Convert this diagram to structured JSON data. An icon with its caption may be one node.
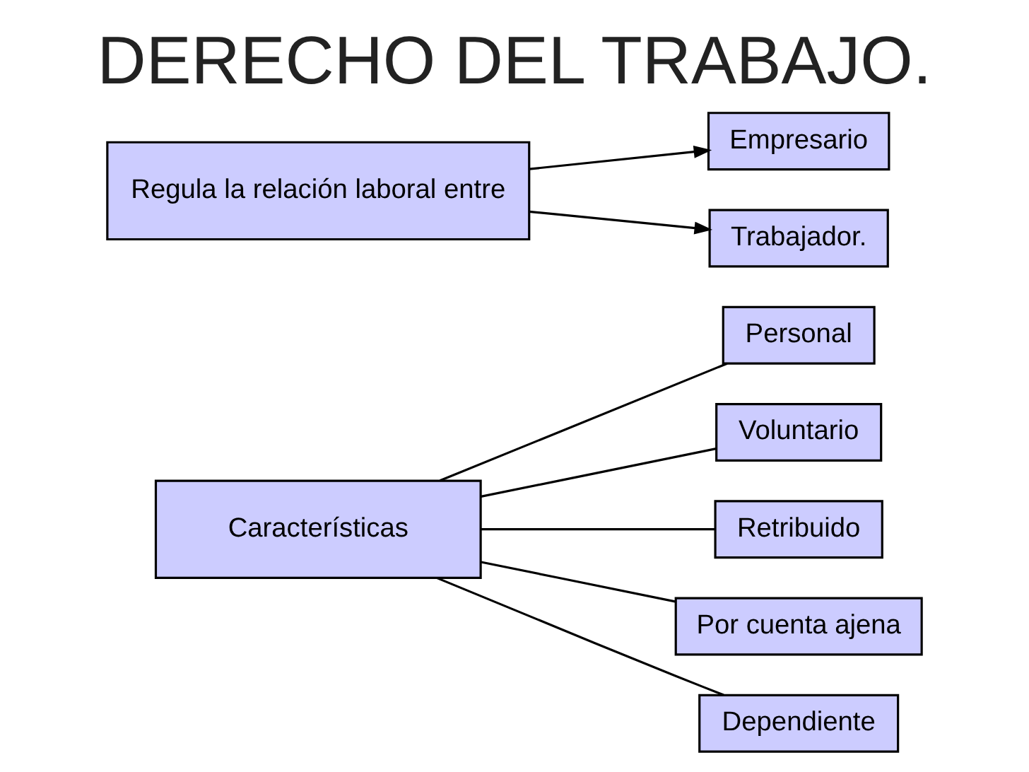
{
  "diagram": {
    "title": "DERECHO DEL TRABAJO.",
    "nodes": [
      {
        "text": [
          "Regula la relación laboral entre"
        ]
      },
      {
        "text": [
          "Empresario"
        ]
      },
      {
        "text": [
          "Trabajador."
        ]
      },
      {
        "text": [
          "Características"
        ]
      },
      {
        "text": [
          "Personal"
        ]
      },
      {
        "text": [
          "Voluntario"
        ]
      },
      {
        "text": [
          "Retribuido"
        ]
      },
      {
        "text": [
          "Por cuenta ajena"
        ]
      },
      {
        "text": [
          "Dependiente"
        ]
      }
    ],
    "edges": [
      {
        "from": 0,
        "to": 1,
        "arrow": "to"
      },
      {
        "from": 0,
        "to": 2,
        "arrow": "to"
      },
      {
        "from": 3,
        "to": 4,
        "arrow": "none"
      },
      {
        "from": 3,
        "to": 5,
        "arrow": "none"
      },
      {
        "from": 3,
        "to": 6,
        "arrow": "none"
      },
      {
        "from": 3,
        "to": 7,
        "arrow": "none"
      },
      {
        "from": 3,
        "to": 8,
        "arrow": "none"
      }
    ]
  }
}
